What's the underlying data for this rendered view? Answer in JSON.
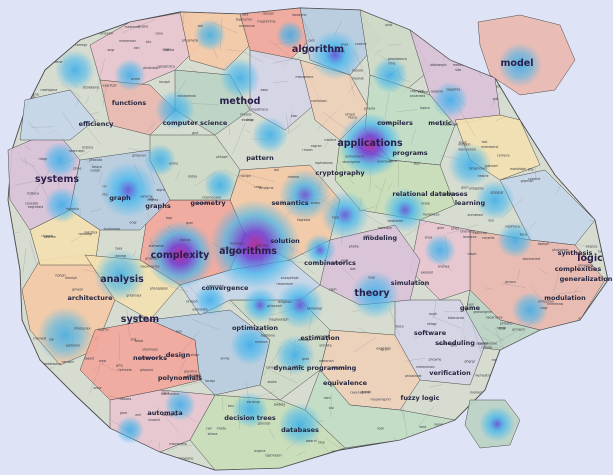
{
  "map": {
    "background": "#dfe3f6",
    "region_palette": [
      "#c9ddb8",
      "#e8c6cf",
      "#f4c9a6",
      "#f2a79b",
      "#b8cce0",
      "#cfd9c7",
      "#d9c1d8",
      "#f3dfb0",
      "#c6d6e8",
      "#e9b8b0",
      "#bcd3c4",
      "#d4d4e6",
      "#efd0b8",
      "#c2dcc6"
    ],
    "heat_colors": {
      "outer": "#3fb6ef",
      "inner": "#6a39d6",
      "core": "#b7289b"
    },
    "major_labels": [
      {
        "text": "complexity"
      },
      {
        "text": "algorithms"
      },
      {
        "text": "applications"
      },
      {
        "text": "analysis"
      },
      {
        "text": "method"
      },
      {
        "text": "algorithm"
      },
      {
        "text": "theory"
      },
      {
        "text": "systems"
      },
      {
        "text": "system"
      },
      {
        "text": "model"
      },
      {
        "text": "logic"
      }
    ],
    "minor_labels": [
      {
        "text": "efficiency"
      },
      {
        "text": "solution"
      },
      {
        "text": "functions"
      },
      {
        "text": "design"
      },
      {
        "text": "polynomials"
      },
      {
        "text": "dynamic programming"
      },
      {
        "text": "optimization"
      },
      {
        "text": "relational databases"
      },
      {
        "text": "complexities"
      },
      {
        "text": "generalization"
      },
      {
        "text": "modulation"
      },
      {
        "text": "geometry"
      },
      {
        "text": "graphs"
      },
      {
        "text": "programs"
      },
      {
        "text": "compilers"
      },
      {
        "text": "estimation"
      },
      {
        "text": "metric"
      },
      {
        "text": "semantics"
      },
      {
        "text": "game"
      },
      {
        "text": "verification"
      },
      {
        "text": "graph"
      },
      {
        "text": "synthesis"
      },
      {
        "text": "modeling"
      },
      {
        "text": "simulation"
      },
      {
        "text": "computer science"
      },
      {
        "text": "pattern"
      },
      {
        "text": "cryptography"
      },
      {
        "text": "software"
      },
      {
        "text": "equivalence"
      },
      {
        "text": "fuzzy logic"
      },
      {
        "text": "scheduling"
      },
      {
        "text": "networks"
      },
      {
        "text": "automata"
      },
      {
        "text": "decision trees"
      },
      {
        "text": "databases"
      },
      {
        "text": "architecture"
      },
      {
        "text": "learning"
      },
      {
        "text": "combinatorics"
      },
      {
        "text": "convergence"
      }
    ]
  }
}
